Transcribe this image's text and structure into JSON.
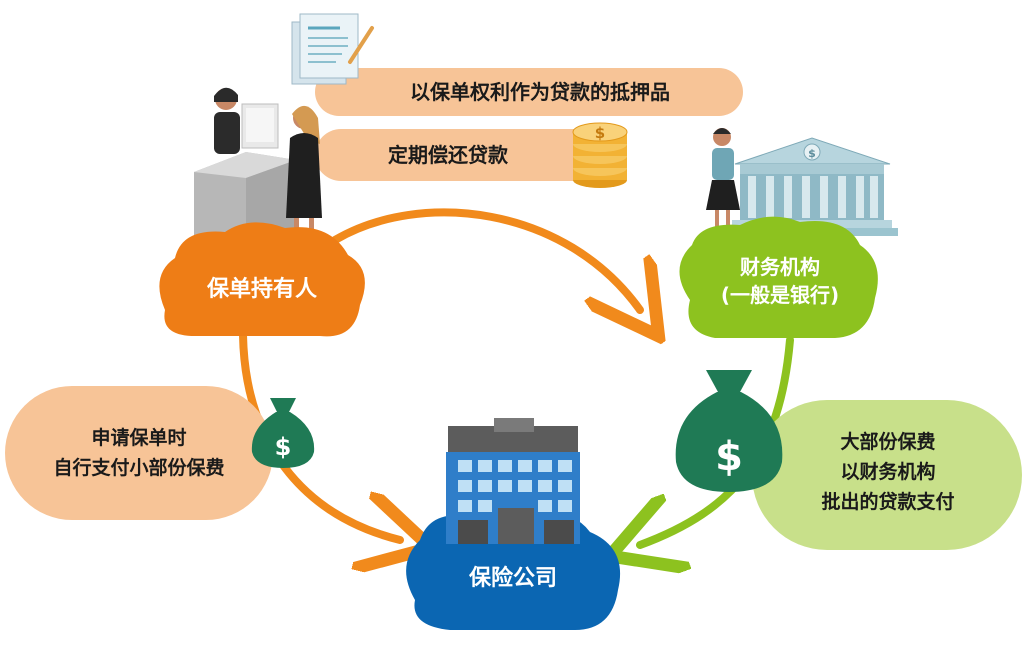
{
  "nodes": {
    "holder": {
      "label": "保单持有人"
    },
    "bank": {
      "line1": "财务机构",
      "line2": "(一般是银行)"
    },
    "insurer": {
      "label": "保险公司"
    }
  },
  "banners": {
    "collateral": "以保单权利作为贷款的抵押品",
    "repay": "定期偿还贷款"
  },
  "bubbles": {
    "left": {
      "line1": "申请保单时",
      "line2": "自行支付小部份保费"
    },
    "right": {
      "line1": "大部份保费",
      "line2": "以财务机构",
      "line3": "批出的贷款支付"
    }
  },
  "icons": {
    "money_bag_symbol": "$",
    "coin_symbol": "$",
    "bank_seal": "$"
  },
  "colors": {
    "orange": "#EE7D16",
    "arrow_orange": "#F18A1C",
    "green": "#8DC21F",
    "blue": "#0B66B2",
    "peach": "#F7C497",
    "light_green": "#C8E08A",
    "money_green": "#1F7A55",
    "gold": "#F2B234",
    "bank_blue": "#9BC4CF"
  }
}
